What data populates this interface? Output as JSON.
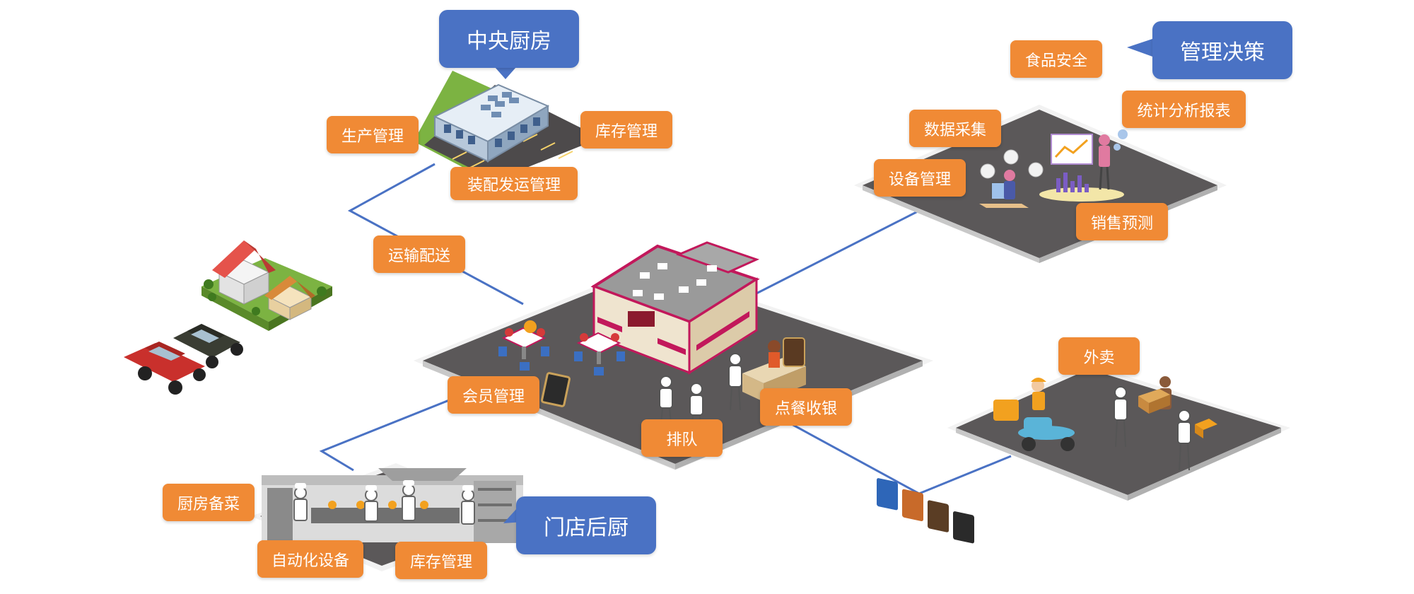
{
  "bubbles": {
    "central_kitchen": "中央厨房",
    "management": "管理决策",
    "store_kitchen": "门店后厨"
  },
  "tags": {
    "production": "生产管理",
    "inventory_central": "库存管理",
    "assembly_shipping": "装配发运管理",
    "transport": "运输配送",
    "food_safety": "食品安全",
    "statistics": "统计分析报表",
    "data_collection": "数据采集",
    "device_mgmt": "设备管理",
    "sales_forecast": "销售预测",
    "membership": "会员管理",
    "queue": "排队",
    "ordering": "点餐收银",
    "delivery": "外卖",
    "kitchen_prep": "厨房备菜",
    "automation": "自动化设备",
    "inventory_store": "库存管理"
  },
  "colors": {
    "tag": "#f08a35",
    "bubble": "#4a72c4",
    "platform": "#5b5859",
    "connector": "#4a72c4"
  }
}
